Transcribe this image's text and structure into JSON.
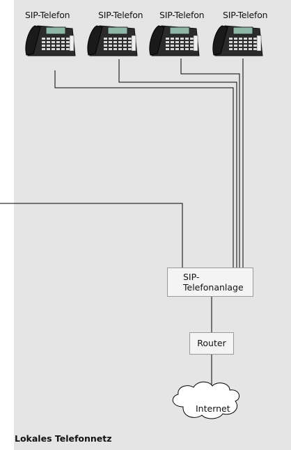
{
  "phones": [
    {
      "label": "SIP-Telefon"
    },
    {
      "label": "SIP-Telefon"
    },
    {
      "label": "SIP-Telefon"
    },
    {
      "label": "SIP-Telefon"
    }
  ],
  "pbx": {
    "label_line1": "SIP-",
    "label_line2": "Telefonanlage"
  },
  "router": {
    "label": "Router"
  },
  "internet": {
    "label": "Internet"
  },
  "network_area": {
    "title": "Lokales Telefonnetz"
  },
  "colors": {
    "area_background": "#e5e5e5",
    "phone_body": "#2b2b2b",
    "display": "#8fb7a8",
    "lines": "#000000"
  }
}
